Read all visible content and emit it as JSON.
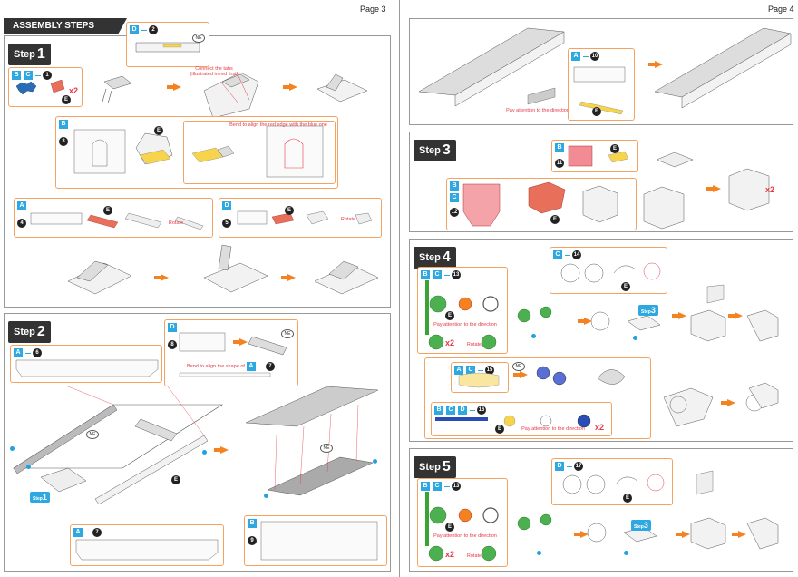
{
  "pages": {
    "left_label": "Page 3",
    "right_label": "Page 4"
  },
  "banner": "ASSEMBLY STEPS",
  "steps": {
    "s1": {
      "word": "Step",
      "num": "1"
    },
    "s2": {
      "word": "Step",
      "num": "2"
    },
    "s3": {
      "word": "Step",
      "num": "3"
    },
    "s4": {
      "word": "Step",
      "num": "4"
    },
    "s5": {
      "word": "Step",
      "num": "5"
    }
  },
  "keys": {
    "D": "D",
    "B": "B",
    "C": "C",
    "A": "A",
    "n1": "1",
    "n2": "2",
    "n3": "3",
    "n4": "4",
    "n5": "5",
    "n6": "6",
    "n7": "7",
    "n8": "8",
    "n9": "9",
    "n10": "10",
    "n11": "11",
    "n12": "12",
    "n13": "13",
    "n14": "14",
    "n15": "15",
    "n16": "16",
    "n17": "17"
  },
  "notes": {
    "connect_tabs": "Connect the tabs\n(illustrated in red first)",
    "bend_red_blue": "Bend to align the red edge with the blue one",
    "rotate": "Rotate",
    "bend_shape_of": "Bend to align the shape of",
    "pay_attention": "Pay attention to the direction"
  },
  "labels": {
    "ne": "NE",
    "e": "E",
    "x2": "x2",
    "step1_badge": "Step",
    "step3_badge": "Step",
    "mini1": "1",
    "mini3": "3"
  },
  "colors": {
    "accent_orange": "#f58220",
    "key_blue": "#2ea8e0",
    "note_red": "#e63946",
    "panel_border": "#999999"
  }
}
